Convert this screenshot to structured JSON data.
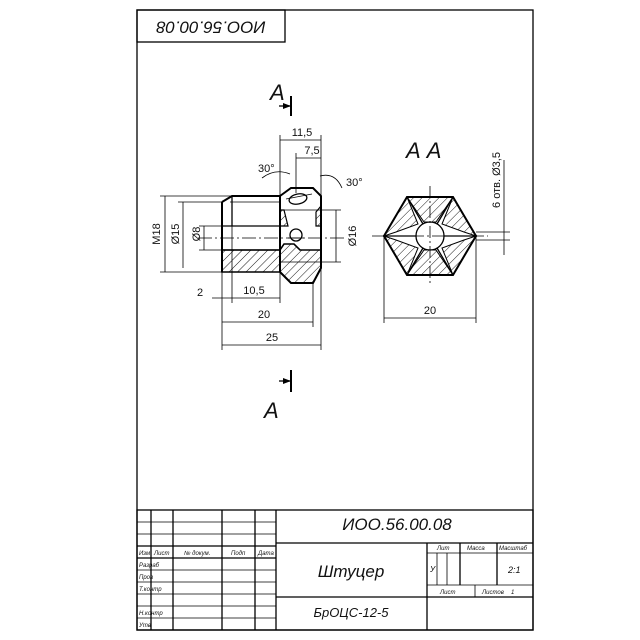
{
  "drawing": {
    "designation": "ИОО.56.00.08",
    "designation_top": "ИОО.56.00.08",
    "part_name": "Штуцер",
    "material": "БрОЦС-12-5",
    "scale": "2:1",
    "sheets": "1",
    "section_label": "А",
    "view_label": "А А"
  },
  "dimensions": {
    "d_11_5": "11,5",
    "d_7_5": "7,5",
    "angle_30_left": "30°",
    "angle_30_right": "30°",
    "m18": "M18",
    "d15": "Ø15",
    "d8": "Ø8",
    "d16": "Ø16",
    "d2": "2",
    "d10_5": "10,5",
    "d20_side": "20",
    "d25": "25",
    "d20_end": "20",
    "holes": "6 отв. Ø3,5"
  },
  "title_block": {
    "izm": "Изм",
    "list": "Лист",
    "n_dokum": "№ докум.",
    "podp": "Подп",
    "data": "Дата",
    "razrab": "Разраб",
    "prov": "Пров",
    "t_kontr": "Т.контр",
    "n_kontr": "Н.контр",
    "utv": "Утв",
    "lit": "Лит",
    "massa": "Масса",
    "masshtab": "Масштаб",
    "list_label": "Лист",
    "listov_label": "Листов",
    "lit_value": "У"
  }
}
